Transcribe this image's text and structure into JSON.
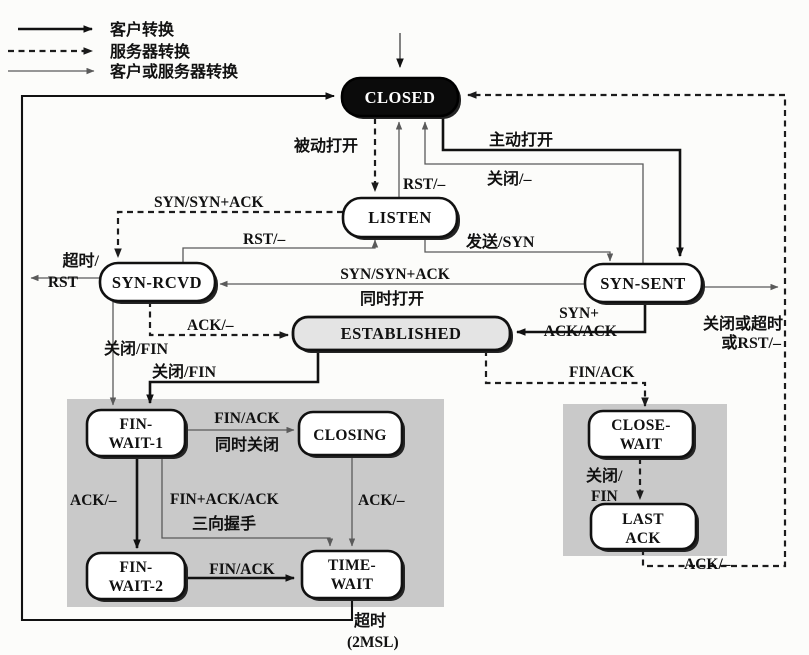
{
  "legend": {
    "items": [
      {
        "label": "客户转换",
        "style": "solid"
      },
      {
        "label": "服务器转换",
        "style": "dashed"
      },
      {
        "label": "客户或服务器转换",
        "style": "thin"
      }
    ]
  },
  "states": {
    "closed": "CLOSED",
    "listen": "LISTEN",
    "syn_rcvd": "SYN-RCVD",
    "syn_sent": "SYN-SENT",
    "established": "ESTABLISHED",
    "fin_wait_1_l1": "FIN-",
    "fin_wait_1_l2": "WAIT-1",
    "closing": "CLOSING",
    "fin_wait_2_l1": "FIN-",
    "fin_wait_2_l2": "WAIT-2",
    "time_wait_l1": "TIME-",
    "time_wait_l2": "WAIT",
    "close_wait_l1": "CLOSE-",
    "close_wait_l2": "WAIT",
    "last_ack_l1": "LAST",
    "last_ack_l2": "ACK"
  },
  "transitions": {
    "passive_open": "被动打开",
    "active_open": "主动打开",
    "rst_listen_closed": "RST/–",
    "close_synsent_closed": "关闭/–",
    "syn_synack_server": "SYN/SYN+ACK",
    "rst_to_listen": "RST/–",
    "send_syn": "发送/SYN",
    "timeout_rst_l1": "超时/",
    "timeout_rst_l2": "RST",
    "syn_synack_simul": "SYN/SYN+ACK",
    "simul_open": "同时打开",
    "synack_ack_l1": "SYN+",
    "synack_ack_l2": "ACK/ACK",
    "close_timeout_l1": "关闭或超时",
    "close_timeout_l2": "或RST/–",
    "ack_to_estab": "ACK/–",
    "close_fin_synrcvd": "关闭/FIN",
    "close_fin_estab": "关闭/FIN",
    "fin_ack_closewait": "FIN/ACK",
    "fin_ack_closing": "FIN/ACK",
    "simul_close": "同时关闭",
    "ack_fw1_fw2": "ACK/–",
    "fin_ack_ack": "FIN+ACK/ACK",
    "three_way_handshake": "三向握手",
    "ack_closing_tw": "ACK/–",
    "fin_ack_fw2_tw": "FIN/ACK",
    "timeout_l1": "超时",
    "timeout_l2": "(2MSL)",
    "close_fin_cw_l1": "关闭/",
    "close_fin_cw_l2": "FIN",
    "ack_lastack_closed": "ACK/–"
  },
  "colors": {
    "client": "#111111",
    "server": "#1c1c1c",
    "either": "#5a5a5a",
    "panel": "#c9c9c9",
    "closed_fill": "#0b0b0b",
    "established_fill": "#e4e4e4"
  }
}
